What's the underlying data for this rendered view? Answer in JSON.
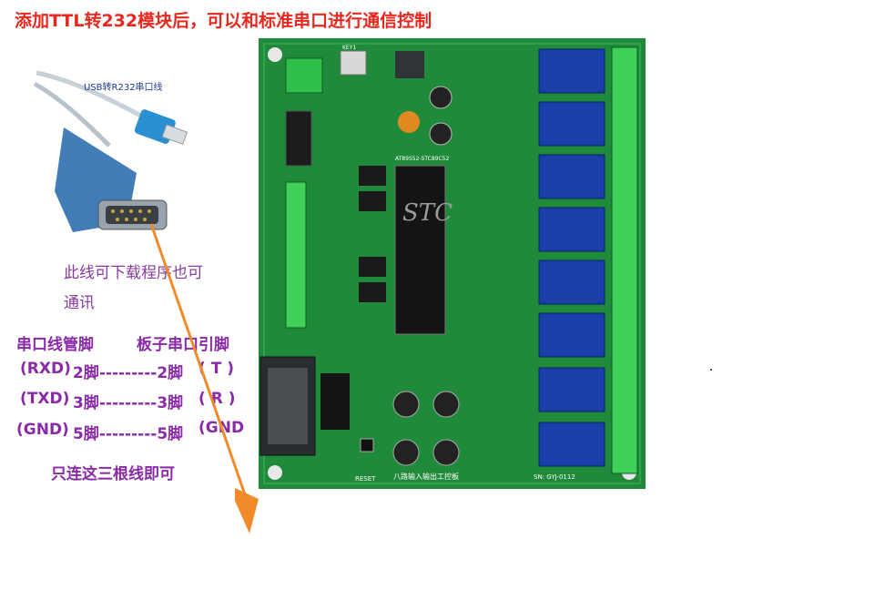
{
  "title": "添加TTL转232模块后，可以和标准串口进行通信控制",
  "cable": {
    "label": "USB转R232串口线"
  },
  "notes": {
    "line1": "此线可下载程序也可",
    "line2": "通讯"
  },
  "pin_table": {
    "header_left": "串口线管脚",
    "header_right": "板子串口引脚",
    "rows": [
      {
        "left": "(RXD)",
        "mid": "2脚---------2脚",
        "right": "( T )"
      },
      {
        "left": "(TXD)",
        "mid": "3脚---------3脚",
        "right": "( R )"
      },
      {
        "left": "(GND)",
        "mid": "5脚---------5脚",
        "right": "(GND"
      }
    ],
    "footer": "只连这三根线即可"
  },
  "board": {
    "chip_label": "STC",
    "chip_model": "AT89S52-STC89C52",
    "reset_label": "RESET",
    "board_name": "八路输入输出工控板",
    "serial": "SN: GYJ-0112",
    "key_label": "KEY1"
  },
  "colors": {
    "title": "#e8281e",
    "notes": "#8a3aa0",
    "pcb": "#1f8a3c",
    "arrow": "#f08a2a",
    "relay": "#1a3fa8"
  }
}
